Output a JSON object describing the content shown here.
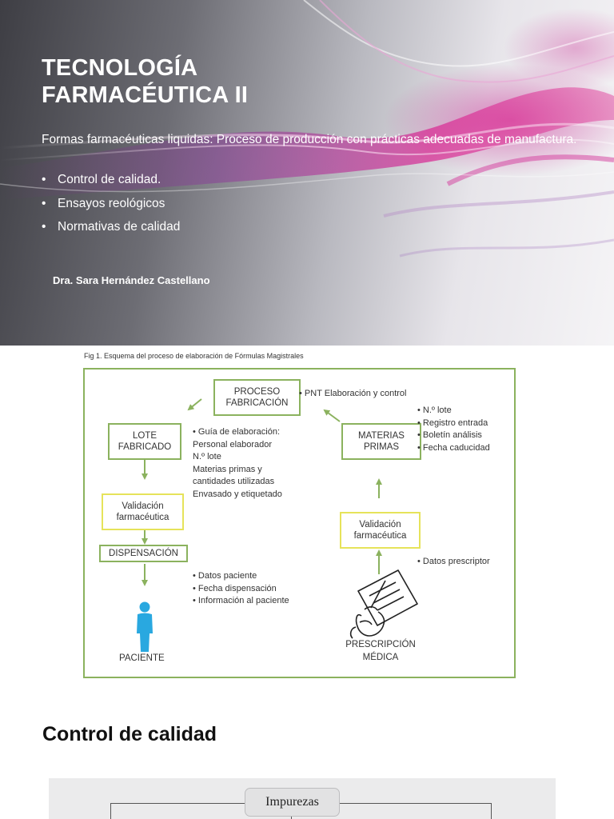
{
  "slide1": {
    "title_line1": "TECNOLOGÍA",
    "title_line2": "FARMACÉUTICA II",
    "subtitle": "Formas farmacéuticas liquidas:  Proceso de producción con prácticas adecuadas de manufactura.",
    "bullet_char": "•",
    "bullets": [
      "Control de calidad.",
      "Ensayos reológicos",
      "Normativas de calidad"
    ],
    "author": "Dra. Sara Hernández Castellano"
  },
  "figure": {
    "caption": "Fig 1. Esquema del proceso de elaboración de Fórmulas Magistrales",
    "colors": {
      "frame": "#8bb25e",
      "yellow_box": "#e6e35a",
      "person": "#29a8e0"
    },
    "boxes": {
      "proceso": "PROCESO\nFABRICACIÓN",
      "lote": "LOTE\nFABRICADO",
      "materias": "MATERIAS\nPRIMAS",
      "validacion_left": "Validación\nfarmacéutica",
      "validacion_right": "Validación\nfarmacéutica",
      "dispensacion": "DISPENSACIÓN"
    },
    "notes": {
      "pnt": "• PNT Elaboración y control",
      "materias_list": "• N.º lote\n• Registro entrada\n• Boletín análisis\n• Fecha caducidad",
      "guia": "• Guía de elaboración:\nPersonal elaborador\nN.º lote\nMaterias primas y\ncantidades utilizadas\nEnvasado y etiquetado",
      "datos_prescriptor": "• Datos prescriptor",
      "datos_paciente": "• Datos paciente\n• Fecha dispensación\n• Información al paciente"
    },
    "labels": {
      "paciente": "PACIENTE",
      "prescripcion": "PRESCRIPCIÓN\nMÉDICA"
    },
    "icons": {
      "person": "person-icon",
      "prescription": "hand-writing-prescription-icon"
    }
  },
  "section2": {
    "heading": "Control de calidad",
    "diagram_root": "Impurezas"
  }
}
